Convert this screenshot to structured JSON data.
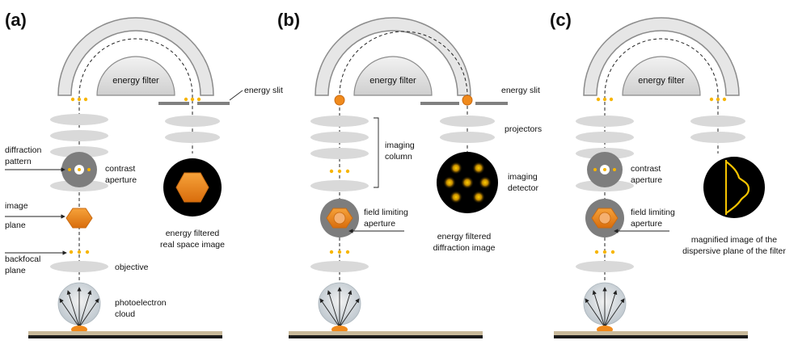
{
  "panels": [
    {
      "letter": "(a)",
      "energy_filter": "energy filter",
      "energy_slit": "energy slit",
      "diffraction_pattern": [
        "diffraction",
        "pattern"
      ],
      "contrast_aperture": [
        "contrast",
        "aperture"
      ],
      "image_plane": [
        "image",
        "plane"
      ],
      "backfocal_plane": [
        "backfocal",
        "plane"
      ],
      "objective": "objective",
      "photoelectron_cloud": [
        "photoelectron",
        "cloud"
      ],
      "caption": [
        "energy filtered",
        "real space image"
      ]
    },
    {
      "letter": "(b)",
      "energy_filter": "energy filter",
      "energy_slit": "energy slit",
      "imaging_column": [
        "imaging",
        "column"
      ],
      "field_limiting_aperture": [
        "field limiting",
        "aperture"
      ],
      "projectors": "projectors",
      "imaging_detector": [
        "imaging",
        "detector"
      ],
      "caption": [
        "energy filtered",
        "diffraction image"
      ]
    },
    {
      "letter": "(c)",
      "energy_filter": "energy filter",
      "contrast_aperture": [
        "contrast",
        "aperture"
      ],
      "field_limiting_aperture": [
        "field limiting",
        "aperture"
      ],
      "caption": [
        "magnified image of the",
        "dispersive plane of the filter"
      ]
    }
  ],
  "colors": {
    "arc_fill": "#e6e6e6",
    "arc_stroke": "#8c8c8c",
    "lens": "#d9d9d9",
    "aperture": "#7d7d7d",
    "orange": "#f08a1c",
    "orange_dark": "#c96a10",
    "dot": "#f7b500",
    "screen": "#000000",
    "slit": "#808080",
    "ground": "#1a1a1a",
    "ground_top": "#c8b99a"
  }
}
